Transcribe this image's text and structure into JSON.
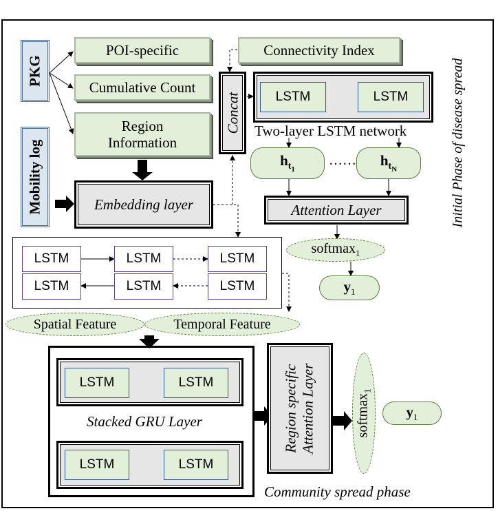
{
  "pkg": "PKG",
  "mobility_log": "Mobility log",
  "poi_specific": "POI-specific",
  "cumulative_count": "Cumulative Count",
  "region_information": "Region Information",
  "connectivity_index": "Connectivity Index",
  "concat": "Concat",
  "lstm": "LSTM",
  "two_layer_caption": "Two-layer LSTM network",
  "h": "h",
  "t": "t",
  "sub_1": "1",
  "sub_N": "N",
  "dots": "……",
  "attention_layer": "Attention Layer",
  "softmax": "softmax",
  "y": "y",
  "embedding_layer": "Embedding layer",
  "spatial_feature": "Spatial Feature",
  "temporal_feature": "Temporal Feature",
  "stacked_gru_layer": "Stacked GRU Layer",
  "region_attention_line1": "Region specific",
  "region_attention_line2": "Attention Layer",
  "community_spread": "Community spread phase",
  "initial_phase": "Initial Phase of disease spread"
}
